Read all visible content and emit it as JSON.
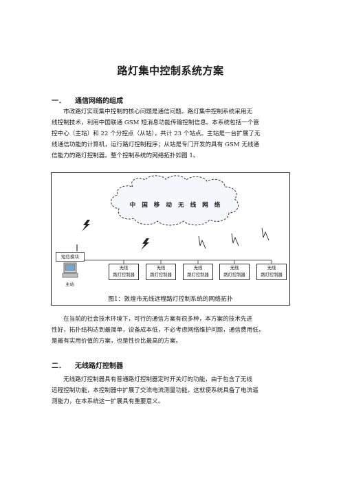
{
  "doc": {
    "title": "路灯集中控制系统方案",
    "sections": [
      {
        "number": "一．",
        "heading": "通信网络的组成",
        "lines_before": [
          "市政路灯实现集中控制的核心问题是通信问题。路灯集中控制系统采用无",
          "线控制技术，利用中国联通 GSM 短消息功能传输控制信息。本系统包括一个管",
          "控中心（主站）和 22 个分控点（从站），共计 23 个站点。主站是一台扩展了无",
          "线通信功能的计算机，运行路灯控制程序；从站是专门开发的具有 GSM 无线通",
          "信能力的路灯控制器。整个控制系统的网络拓扑如图 1。"
        ],
        "lines_after": [
          "在当前的社会技术环境下，可行的通信方案有很多种，本方案的技术先进",
          "性好，拓扑结构达到最简单，设备成本低，不必考虑网络维护问题，通信费用低，",
          "是最有实用价值的方案，也是性价比最高的方案。"
        ]
      },
      {
        "number": "二．",
        "heading": "无线路灯控制器",
        "lines_before": [
          "无线路灯控制器具有普通路灯控制器定时开关灯的功能，由于包含了无线",
          "远程控制功能，本控制器中扩展了交流电流测量功能，这就使系统具备了电流遥",
          "测能力，在本系统这一扩展具有重要意义。"
        ]
      }
    ],
    "figure": {
      "cloud_label": "中国移动无线网络",
      "sms_module_label": "短信模块",
      "master_label": "主站",
      "controllers": [
        {
          "line1": "无线",
          "line2": "路灯控制器"
        },
        {
          "line1": "无线",
          "line2": "路灯控制器"
        },
        {
          "line1": "无线",
          "line2": "路灯控制器"
        },
        {
          "line1": "无线",
          "line2": "路灯控制器"
        },
        {
          "line1": "无线",
          "line2": "路灯控制器"
        }
      ],
      "caption": "图1：敦煌市无线远程路灯控制系统的网络拓扑"
    }
  }
}
